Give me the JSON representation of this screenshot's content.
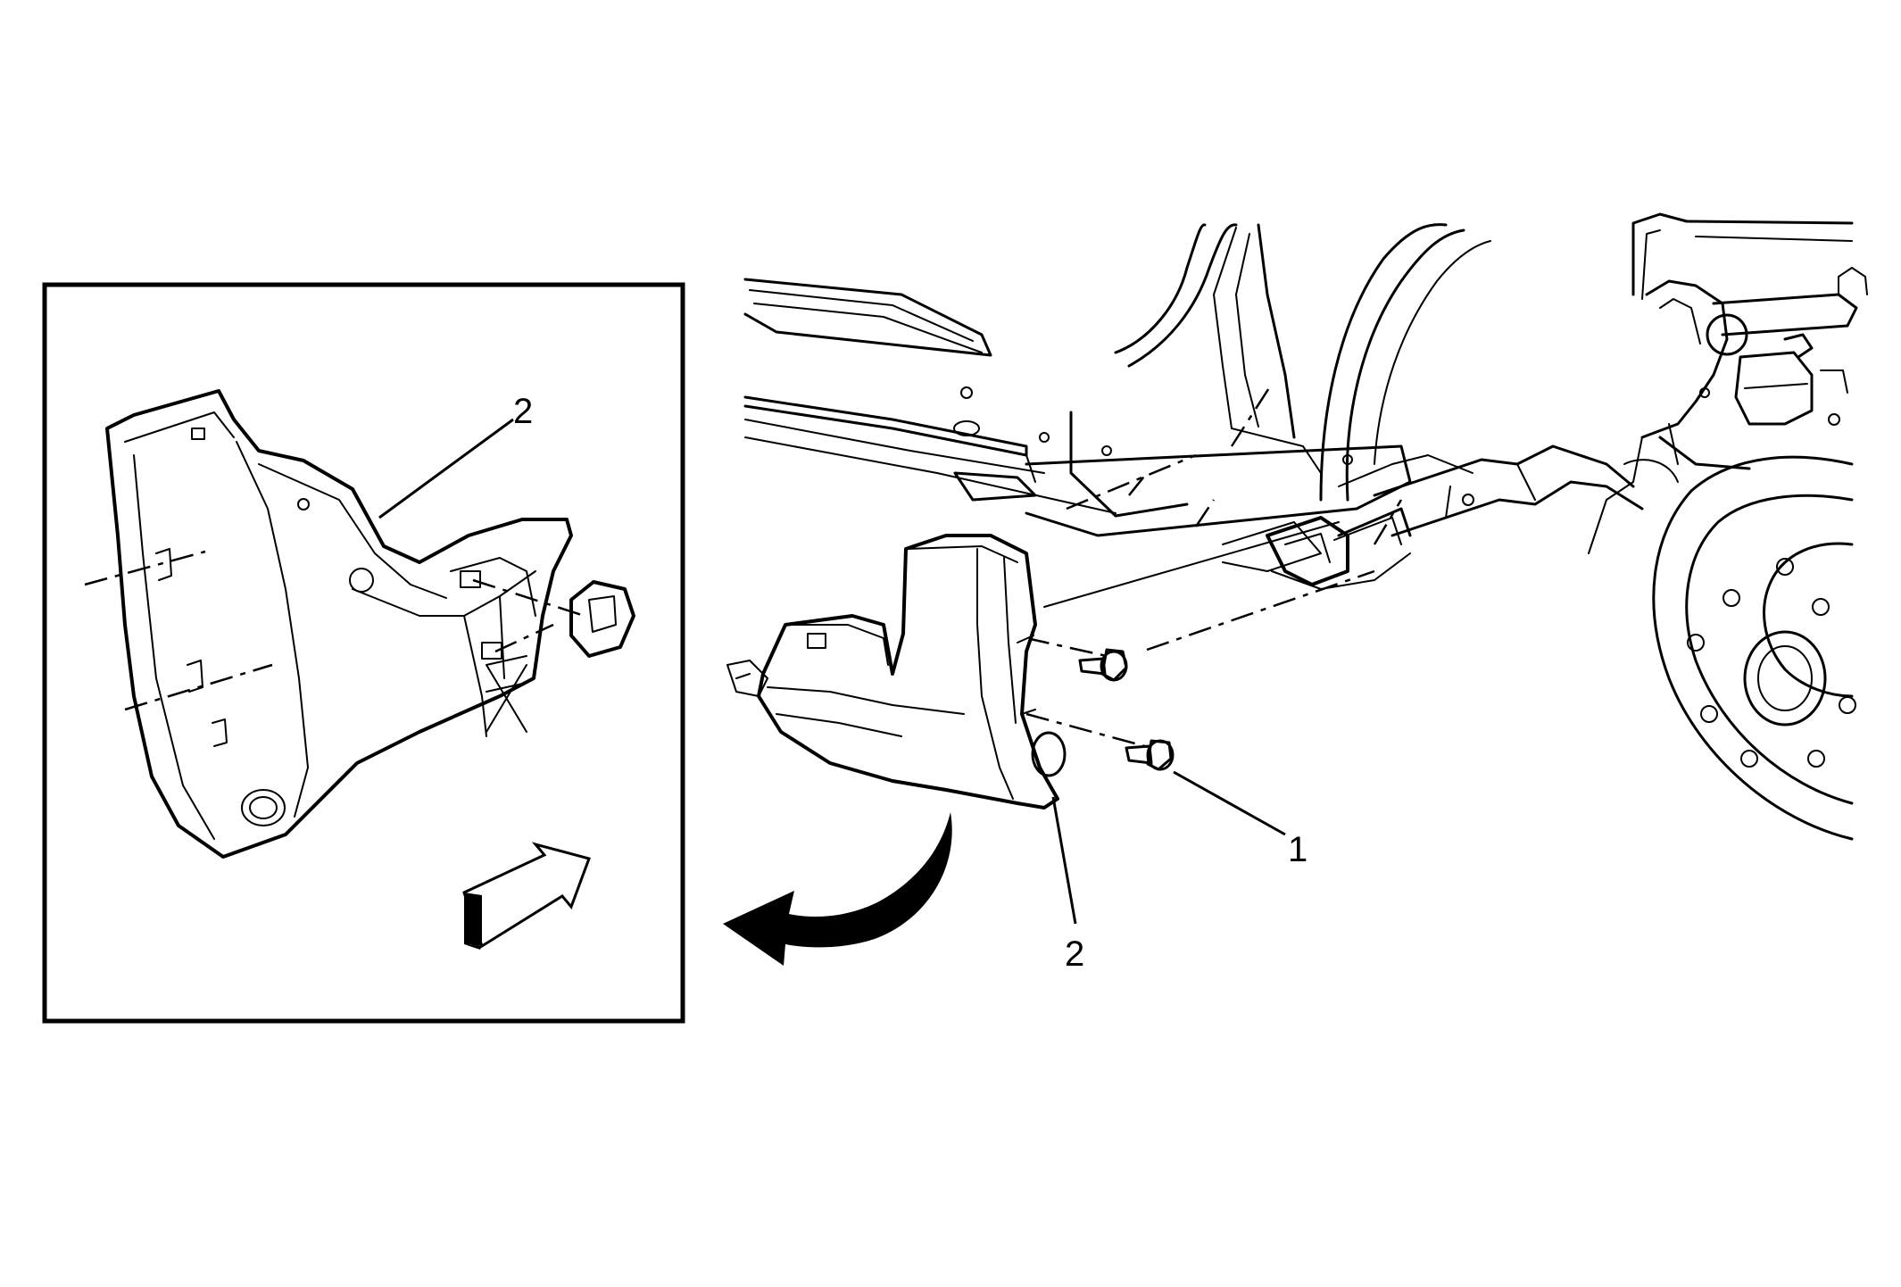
{
  "callouts": {
    "detail_part": "2",
    "fastener": "1",
    "main_part": "2"
  },
  "icons": {
    "direction_arrow": "forward-arrow-icon",
    "removal_arrow": "curved-arrow-icon"
  },
  "colors": {
    "line": "#000000",
    "background": "#ffffff"
  }
}
